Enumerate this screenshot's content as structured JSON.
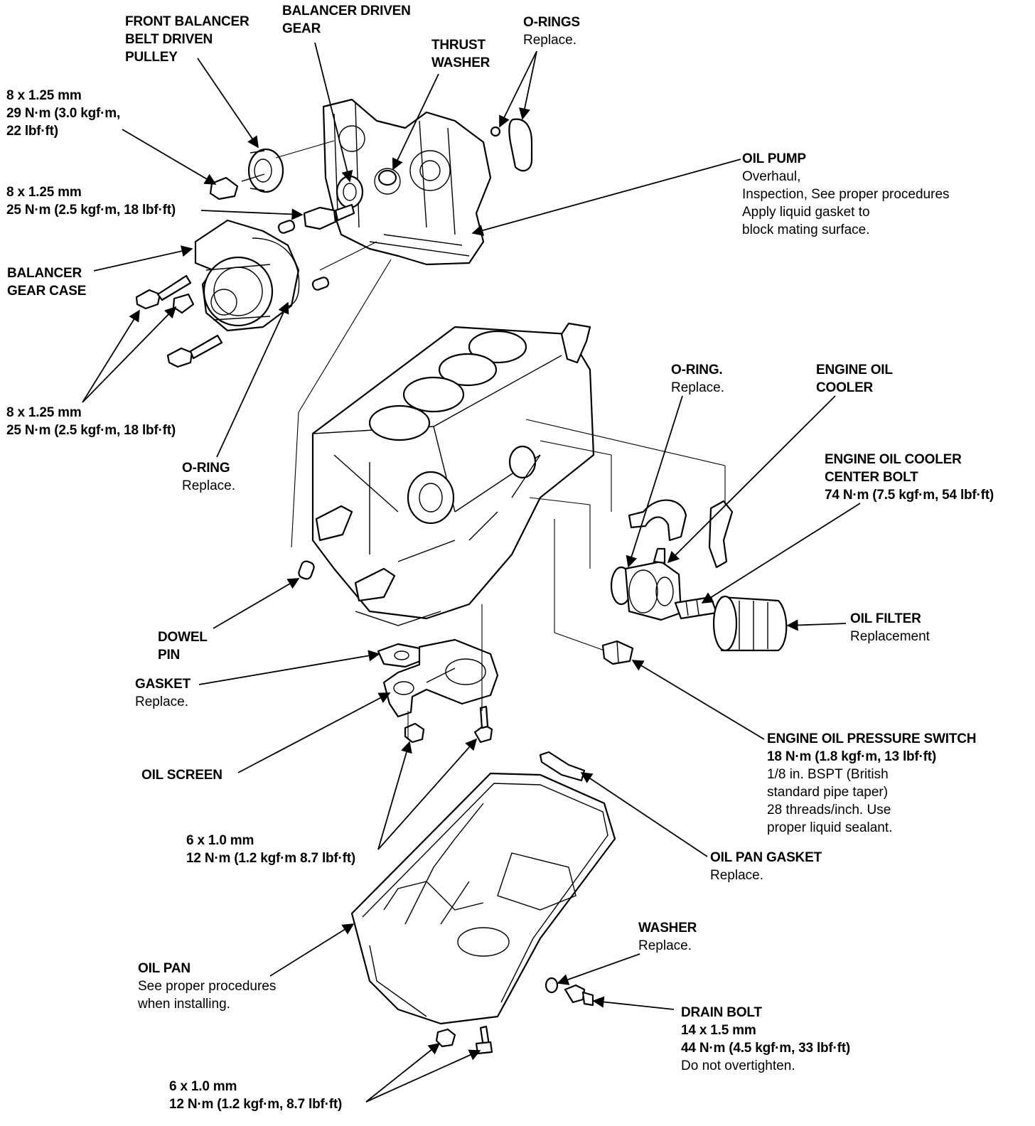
{
  "labels": {
    "front_balancer_pulley": {
      "lines": [
        "FRONT BALANCER",
        "BELT DRIVEN",
        "PULLEY"
      ],
      "notes": []
    },
    "balancer_driven_gear": {
      "lines": [
        "BALANCER DRIVEN",
        "GEAR"
      ],
      "notes": []
    },
    "thrust_washer": {
      "lines": [
        "THRUST",
        "WASHER"
      ],
      "notes": []
    },
    "o_rings_top": {
      "lines": [
        "O-RINGS"
      ],
      "notes": [
        "Replace."
      ]
    },
    "bolt_8x125_29nm": {
      "lines": [
        "8 x 1.25 mm",
        "29 N·m (3.0 kgf·m,",
        "22 lbf·ft)"
      ],
      "notes": []
    },
    "bolt_8x125_25nm_a": {
      "lines": [
        "8 x 1.25 mm",
        "25 N·m (2.5 kgf·m, 18 lbf·ft)"
      ],
      "notes": []
    },
    "oil_pump": {
      "lines": [
        "OIL PUMP"
      ],
      "notes": [
        "Overhaul,",
        "Inspection, See proper procedures",
        "Apply liquid gasket to",
        "block mating surface."
      ]
    },
    "balancer_gear_case": {
      "lines": [
        "BALANCER",
        "GEAR CASE"
      ],
      "notes": []
    },
    "bolt_8x125_25nm_b": {
      "lines": [
        "8 x 1.25 mm",
        "25 N·m (2.5 kgf·m, 18 lbf·ft)"
      ],
      "notes": []
    },
    "o_ring_left": {
      "lines": [
        "O-RING"
      ],
      "notes": [
        "Replace."
      ]
    },
    "o_ring_cooler": {
      "lines": [
        "O-RING."
      ],
      "notes": [
        "Replace."
      ]
    },
    "engine_oil_cooler": {
      "lines": [
        "ENGINE OIL",
        "COOLER"
      ],
      "notes": []
    },
    "cooler_center_bolt": {
      "lines": [
        "ENGINE OIL COOLER",
        "CENTER BOLT",
        "74 N·m (7.5 kgf·m, 54 lbf·ft)"
      ],
      "notes": []
    },
    "oil_filter": {
      "lines": [
        "OIL FILTER"
      ],
      "notes": [
        "Replacement"
      ]
    },
    "dowel_pin": {
      "lines": [
        "DOWEL",
        "PIN"
      ],
      "notes": []
    },
    "gasket": {
      "lines": [
        "GASKET"
      ],
      "notes": [
        "Replace."
      ]
    },
    "oil_screen": {
      "lines": [
        "OIL SCREEN"
      ],
      "notes": []
    },
    "pressure_switch": {
      "lines": [
        "ENGINE OIL PRESSURE SWITCH",
        "18 N·m (1.8 kgf·m, 13 lbf·ft)"
      ],
      "notes": [
        "1/8 in. BSPT (British",
        "standard pipe taper)",
        "28 threads/inch. Use",
        "proper liquid sealant."
      ]
    },
    "bolt_6x10_screen": {
      "lines": [
        "6 x 1.0 mm",
        "12 N·m (1.2 kgf·m 8.7 lbf·ft)"
      ],
      "notes": []
    },
    "oil_pan_gasket": {
      "lines": [
        "OIL PAN GASKET"
      ],
      "notes": [
        "Replace."
      ]
    },
    "washer": {
      "lines": [
        "WASHER"
      ],
      "notes": [
        "Replace."
      ]
    },
    "oil_pan": {
      "lines": [
        "OIL PAN"
      ],
      "notes": [
        "See proper procedures",
        "when installing."
      ]
    },
    "drain_bolt": {
      "lines": [
        "DRAIN BOLT",
        "14 x 1.5 mm",
        "44 N·m (4.5 kgf·m, 33 lbf·ft)"
      ],
      "notes": [
        "Do not overtighten."
      ]
    },
    "bolt_6x10_pan": {
      "lines": [
        "6 x 1.0 mm",
        "12 N·m (1.2 kgf·m, 8.7 lbf·ft)"
      ],
      "notes": []
    }
  }
}
